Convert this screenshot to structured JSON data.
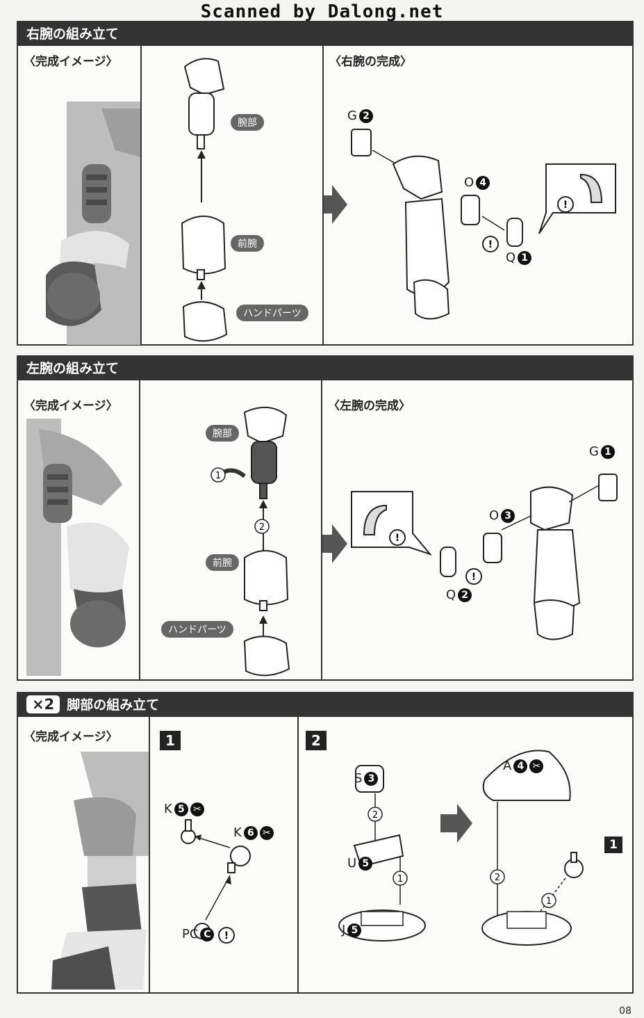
{
  "watermark": "Scanned by Dalong.net",
  "page_number": "08",
  "right_arm": {
    "title": "右腕の組み立て",
    "image_label": "〈完成イメージ〉",
    "complete_label": "〈右腕の完成〉",
    "parts": {
      "upper": "腕部",
      "fore": "前腕",
      "hand": "ハンドパーツ"
    },
    "codes": [
      {
        "letter": "G",
        "num": "2"
      },
      {
        "letter": "O",
        "num": "4"
      },
      {
        "letter": "Q",
        "num": "1"
      }
    ]
  },
  "left_arm": {
    "title": "左腕の組み立て",
    "image_label": "〈完成イメージ〉",
    "complete_label": "〈左腕の完成〉",
    "parts": {
      "upper": "腕部",
      "fore": "前腕",
      "hand": "ハンドパーツ"
    },
    "steps": [
      "1",
      "2"
    ],
    "codes": [
      {
        "letter": "G",
        "num": "1"
      },
      {
        "letter": "O",
        "num": "3"
      },
      {
        "letter": "Q",
        "num": "2"
      }
    ]
  },
  "leg": {
    "multiplier": "×2",
    "title": "脚部の組み立て",
    "image_label": "〈完成イメージ〉",
    "step1": {
      "badge": "1",
      "codes": [
        {
          "letter": "K",
          "num": "5"
        },
        {
          "letter": "K",
          "num": "6"
        },
        {
          "letter": "PC",
          "num": "C"
        }
      ]
    },
    "step2": {
      "badge": "2",
      "codes": [
        {
          "letter": "S",
          "num": "3"
        },
        {
          "letter": "U",
          "num": "5"
        },
        {
          "letter": "J",
          "num": "5"
        },
        {
          "letter": "A",
          "num": "4"
        }
      ],
      "ref_badge": "1"
    }
  },
  "icons": [
    "arrow-right-icon",
    "caution-icon",
    "rotate-arrow-icon",
    "step-number-icon",
    "gate-cut-icon"
  ]
}
